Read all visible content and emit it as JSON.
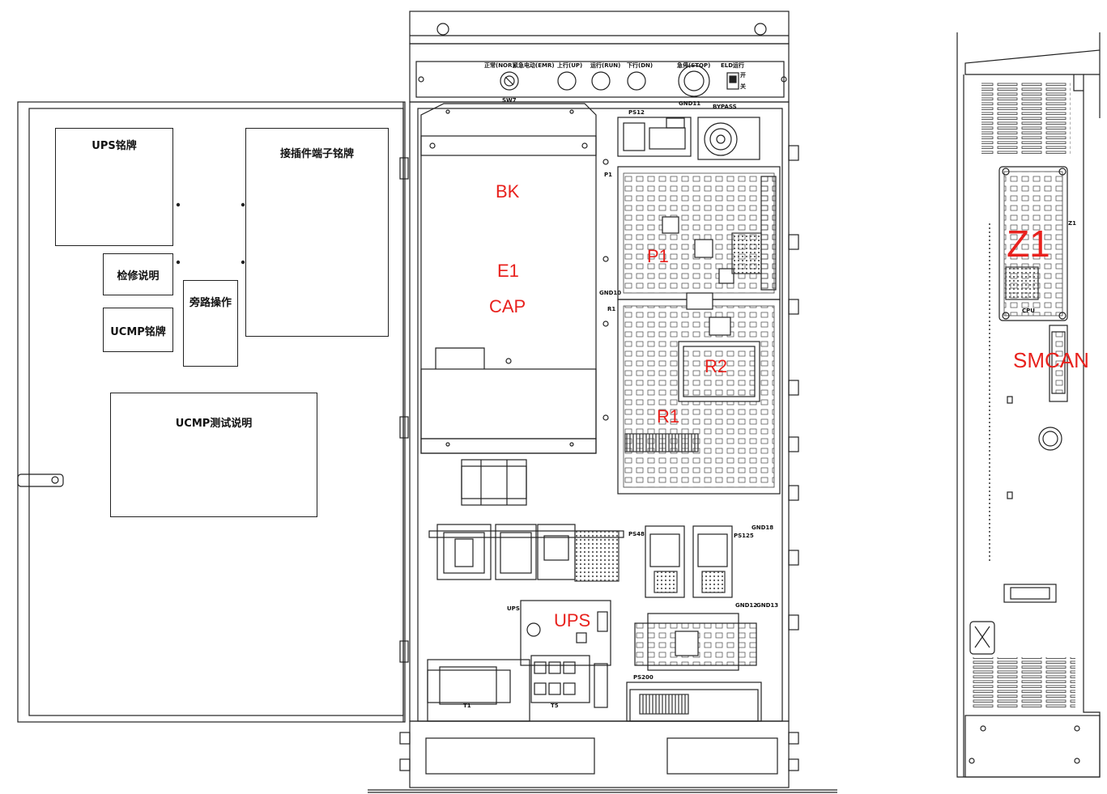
{
  "door_plates": [
    {
      "id": "ups-nameplate",
      "label": "UPS铭牌"
    },
    {
      "id": "service-instructions",
      "label": "检修说明"
    },
    {
      "id": "ucmp-nameplate",
      "label": "UCMP铭牌"
    },
    {
      "id": "bypass-operation",
      "label": "旁路操作"
    },
    {
      "id": "connector-terminal-nameplate",
      "label": "接插件端子铭牌"
    },
    {
      "id": "ucmp-test-instructions",
      "label": "UCMP测试说明"
    }
  ],
  "control_panel": {
    "switch_labels": [
      "正常(NOR)",
      "紧急电动(EMR)",
      "上行(UP)",
      "运行(RUN)",
      "下行(DN)",
      "急停(STOP)",
      "ELD运行"
    ],
    "toggle_on": "开",
    "toggle_off": "关",
    "key_switch": "SW7"
  },
  "small_labels": {
    "ps12": "PS12",
    "gnd11": "GND11",
    "bypass": "BYPASS",
    "p1": "P1",
    "gnd10": "GND10",
    "r1_tag": "R1",
    "ps48": "PS48",
    "ps125": "PS125",
    "gnd18": "GND18",
    "ups": "UPS",
    "gnd12": "GND12",
    "gnd13": "GND13",
    "ps200": "PS200",
    "t1": "T1",
    "t5": "T5",
    "z1_tag": "Z1",
    "cpu": "CPU"
  },
  "component_labels": {
    "bk": "BK",
    "e1": "E1",
    "cap": "CAP",
    "p1": "P1",
    "r2": "R2",
    "r1": "R1",
    "ups": "UPS",
    "z1": "Z1",
    "smcan": "SMCAN"
  }
}
